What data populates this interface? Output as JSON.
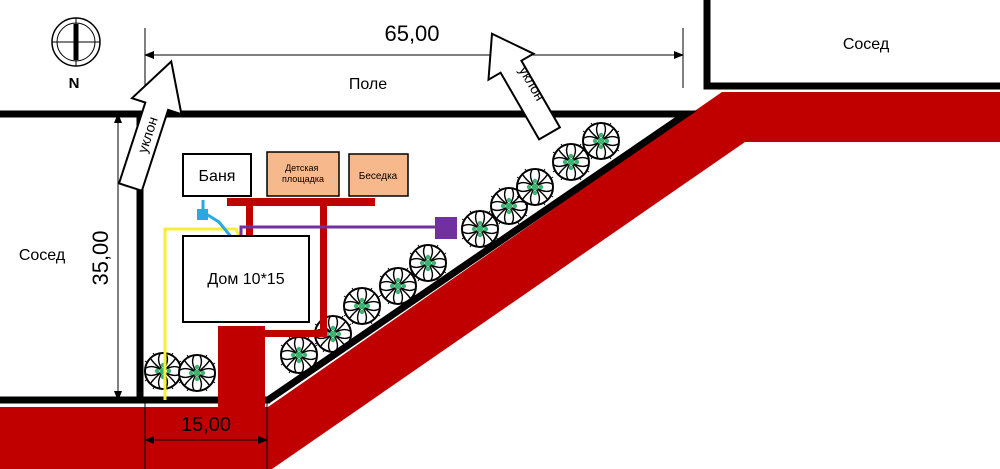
{
  "compass": {
    "letter": "N"
  },
  "dimensions": {
    "top": "65,00",
    "left": "35,00",
    "bottom": "15,00"
  },
  "labels": {
    "field": "Поле",
    "neighbor_right": "Сосед",
    "neighbor_left": "Сосед",
    "slope": "уклон",
    "slope2": "уклон"
  },
  "buildings": {
    "house": "Дом 10*15",
    "banya": "Баня",
    "playground": "Детская площадка",
    "gazebo": "Беседка"
  },
  "colors": {
    "road": "#c00000",
    "fence": "#000000",
    "pipe": "#c00000",
    "water": "#29a9e0",
    "electric": "#f5ee3a",
    "gas": "#7030a0",
    "building_fill": "#f7b98b",
    "tree_center": "#3cb371"
  }
}
